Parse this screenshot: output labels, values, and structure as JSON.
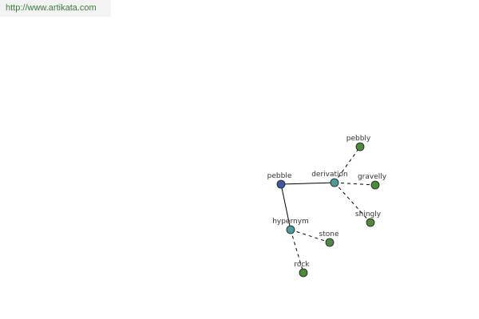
{
  "site": {
    "url_text": "http://www.artikata.com"
  },
  "graph": {
    "colors": {
      "root": "#3d5a99",
      "relation": "#4d9a9a",
      "word": "#4d8a3d"
    },
    "nodes": [
      {
        "id": "pebble",
        "label": "pebble",
        "kind": "root"
      },
      {
        "id": "derivation",
        "label": "derivation",
        "kind": "relation"
      },
      {
        "id": "hypernym",
        "label": "hypernym",
        "kind": "relation"
      },
      {
        "id": "pebbly",
        "label": "pebbly",
        "kind": "word"
      },
      {
        "id": "gravelly",
        "label": "gravelly",
        "kind": "word"
      },
      {
        "id": "shingly",
        "label": "shingly",
        "kind": "word"
      },
      {
        "id": "stone",
        "label": "stone",
        "kind": "word"
      },
      {
        "id": "rock",
        "label": "rock",
        "kind": "word"
      }
    ],
    "edges": [
      {
        "from": "pebble",
        "to": "derivation",
        "style": "solid"
      },
      {
        "from": "pebble",
        "to": "hypernym",
        "style": "solid"
      },
      {
        "from": "derivation",
        "to": "pebbly",
        "style": "dashed"
      },
      {
        "from": "derivation",
        "to": "gravelly",
        "style": "dashed"
      },
      {
        "from": "derivation",
        "to": "shingly",
        "style": "dashed"
      },
      {
        "from": "hypernym",
        "to": "stone",
        "style": "dashed"
      },
      {
        "from": "hypernym",
        "to": "rock",
        "style": "dashed"
      }
    ]
  }
}
